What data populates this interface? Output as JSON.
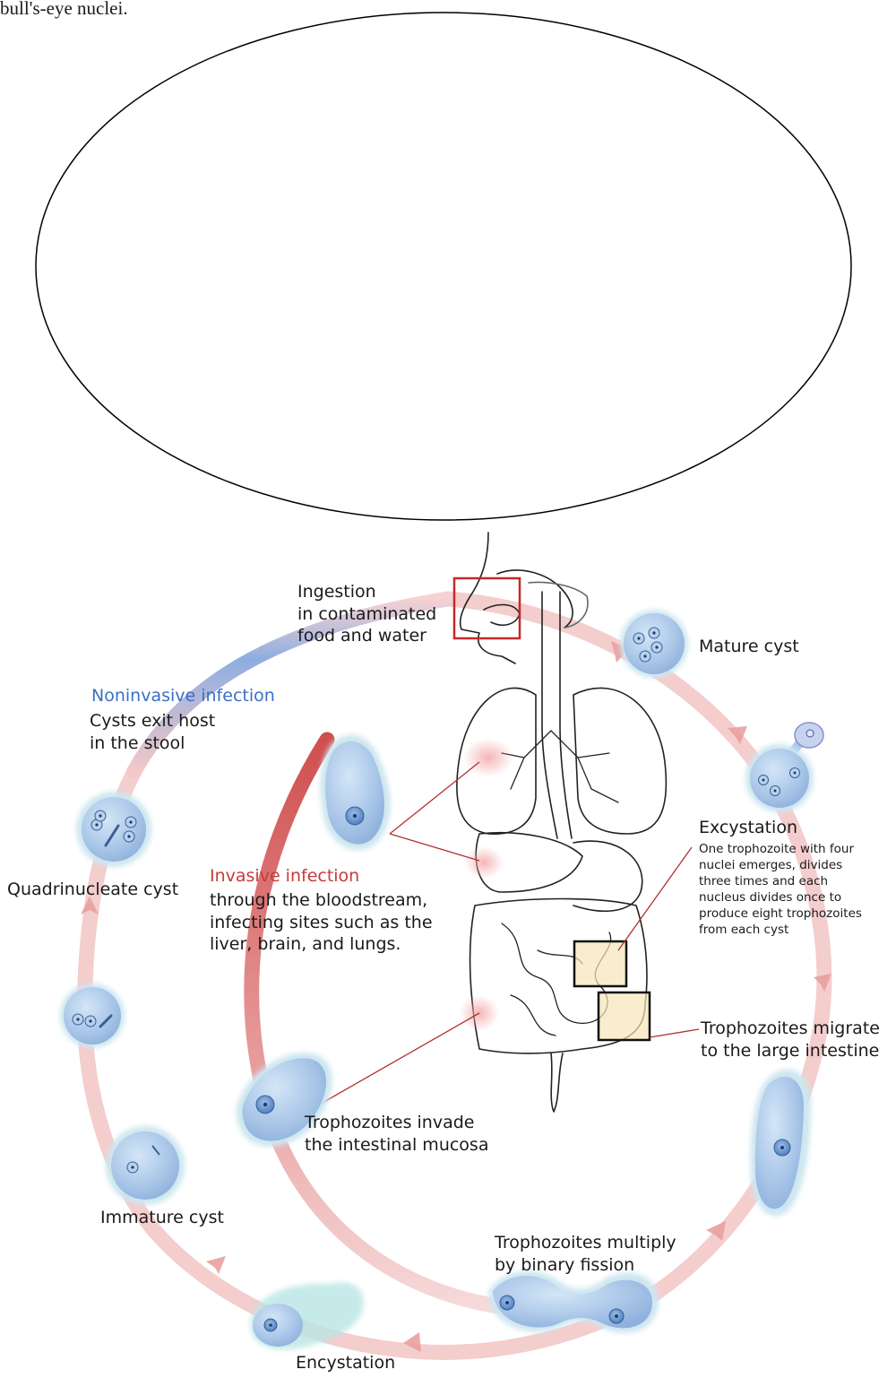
{
  "colors": {
    "cycle_ring": "#f2c4c4",
    "invasive": "#d05a5a",
    "noninvasive": "#8aa8dd",
    "cell_fill": "#a9c6e8",
    "cell_halo": "#cde6f0",
    "box_red": "#c62828",
    "box_black": "#111111"
  },
  "top_note": "bull's-eye nuclei.",
  "labels": {
    "ingestion": [
      "Ingestion",
      "in contaminated",
      "food and water"
    ],
    "mature_cyst": "Mature cyst",
    "noninvasive_title": "Noninvasive infection",
    "noninvasive_text": [
      "Cysts exit host",
      "in the stool"
    ],
    "excystation_title": "Excystation",
    "excystation_text": [
      "One trophozoite with four",
      "nuclei emerges, divides",
      "three times and each",
      "nucleus divides once to",
      "produce eight trophozoites",
      "from each cyst"
    ],
    "quadrinucleate": "Quadrinucleate cyst",
    "invasive_title": "Invasive infection",
    "invasive_text": [
      "through the bloodstream,",
      "infecting sites such as the",
      "liver, brain, and lungs."
    ],
    "migrate": [
      "Trophozoites  migrate",
      "to the large intestine"
    ],
    "invade": [
      "Trophozoites invade",
      "the intestinal mucosa"
    ],
    "immature_cyst": "Immature cyst",
    "multiply": [
      "Trophozoites multiply",
      "by binary fission"
    ],
    "encystation": "Encystation"
  }
}
